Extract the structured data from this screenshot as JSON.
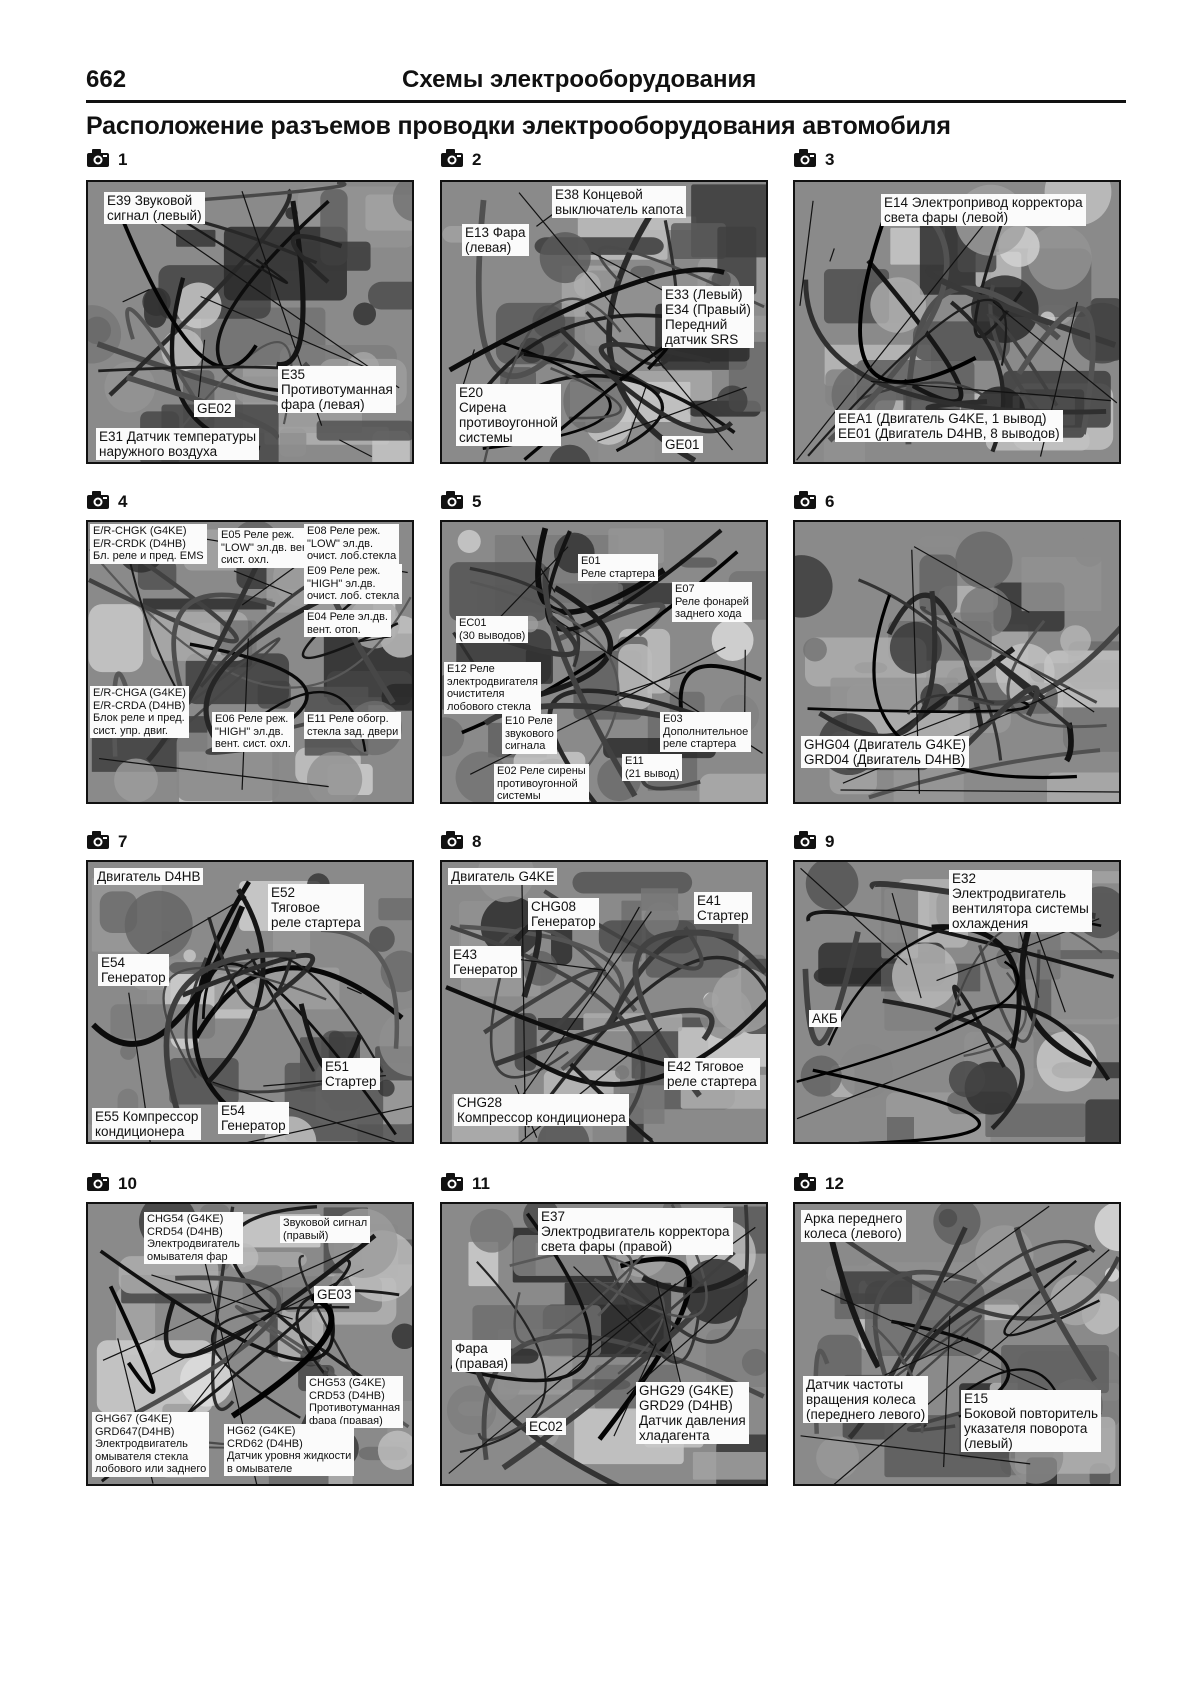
{
  "header": {
    "page_number": "662",
    "section_title": "Схемы электрооборудования"
  },
  "page_title": "Расположение разъемов проводки электрооборудования автомобиля",
  "photos": [
    {
      "number": "1",
      "labels": [
        "E39 Звуковой\nсигнал (левый)",
        "E35\nПротивотуманная\nфара (левая)",
        "GE02",
        "E31 Датчик температуры\nнаружного воздуха"
      ]
    },
    {
      "number": "2",
      "labels": [
        "E38 Концевой\nвыключатель капота",
        "E13 Фара\n(левая)",
        "E33 (Левый)\nE34 (Правый)\nПередний\nдатчик SRS",
        "E20\nСирена\nпротивоугонной\nсистемы",
        "GE01"
      ]
    },
    {
      "number": "3",
      "labels": [
        "E14 Электропривод корректора\nсвета фары (левой)",
        "EEA1 (Двигатель G4KE, 1 вывод)\nEE01 (Двигатель D4HB, 8 выводов)"
      ]
    },
    {
      "number": "4",
      "labels": [
        "E/R-CHGK (G4KE)\nE/R-CRDK (D4HB)\nБл. реле и пред. EMS",
        "E05 Реле реж.\n\"LOW\" эл.дв. вент.\nсист. охл.",
        "E08 Реле реж.\n\"LOW\" эл.дв.\nочист. лоб.стекла",
        "E09 Реле реж.\n\"HIGH\" эл.дв.\nочист. лоб. стекла",
        "E04 Реле эл.дв.\nвент. отоп.",
        "E/R-CHGA (G4KE)\nE/R-CRDA (D4HB)\nБлок реле и пред.\nсист. упр. двиг.",
        "E06 Реле реж.\n\"HIGH\" эл.дв.\nвент. сист. охл.",
        "E11 Реле обогр.\nстекла зад. двери"
      ]
    },
    {
      "number": "5",
      "labels": [
        "E01\nРеле стартера",
        "E07\nРеле фонарей\nзаднего хода",
        "EC01\n(30 выводов)",
        "E12 Реле\nэлектродвигателя\nочистителя\nлобового стекла",
        "E10 Реле\nзвукового\nсигнала",
        "E03\nДополнительное\nреле стартера",
        "E11\n(21 вывод)",
        "E02 Реле сирены\nпротивоугонной\nсистемы"
      ]
    },
    {
      "number": "6",
      "labels": [
        "GHG04 (Двигатель G4KE)\nGRD04 (Двигатель D4HB)"
      ]
    },
    {
      "number": "7",
      "labels": [
        "Двигатель D4HB",
        "E52\nТяговое\nреле стартера",
        "E54\nГенератор",
        "E51\nСтартер",
        "E54\nГенератор",
        "E55 Компрессор\nкондиционера"
      ]
    },
    {
      "number": "8",
      "labels": [
        "Двигатель G4KE",
        "CHG08\nГенератор",
        "E41\nСтартер",
        "E43\nГенератор",
        "E42 Тяговое\nреле стартера",
        "CHG28\nКомпрессор кондиционера"
      ]
    },
    {
      "number": "9",
      "labels": [
        "E32\nЭлектродвигатель\nвентилятора системы\nохлаждения",
        "АКБ"
      ]
    },
    {
      "number": "10",
      "labels": [
        "CHG54 (G4KE)\nCRD54 (D4HB)\nЭлектродвигатель\nомывателя фар",
        "Звуковой сигнал\n(правый)",
        "GE03",
        "CHG53 (G4KE)\nCRD53 (D4HB)\nПротивотуманная\nфара (правая)",
        "GHG67 (G4KE)\nGRD647(D4HB)\nЭлектродвигатель\nомывателя стекла\nлобового или заднего",
        "HG62 (G4KE)\nCRD62 (D4HB)\nДатчик уровня жидкости\nв омывателе"
      ]
    },
    {
      "number": "11",
      "labels": [
        "E37\nЭлектродвигатель корректора\nсвета фары (правой)",
        "Фара\n(правая)",
        "GHG29 (G4KE)\nGRD29 (D4HB)\nДатчик давления\nхладагента",
        "EC02"
      ]
    },
    {
      "number": "12",
      "labels": [
        "Арка переднего\nколеса (левого)",
        "Датчик частоты\nвращения колеса\n(переднего левого)",
        "E15\nБоковой повторитель\nуказателя поворота\n(левый)"
      ]
    }
  ]
}
